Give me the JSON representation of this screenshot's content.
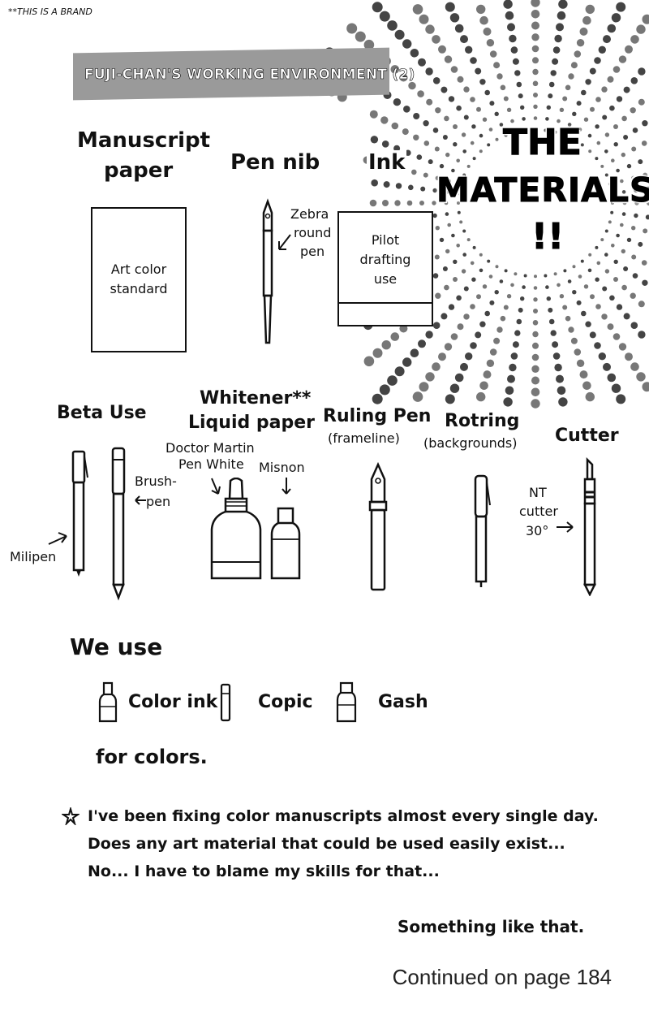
{
  "footnote": "**THIS IS A BRAND",
  "banner": "FUJI-CHAN'S WORKING ENVIRONMENT (2)",
  "title": {
    "line1": "THE",
    "line2": "MATERIALS",
    "line3": "!!"
  },
  "materials": {
    "manuscript_paper": {
      "label_line1": "Manuscript",
      "label_line2": "paper",
      "inside_line1": "Art color",
      "inside_line2": "standard"
    },
    "pen_nib": {
      "label": "Pen nib",
      "note_line1": "Zebra",
      "note_line2": "round",
      "note_line3": "pen"
    },
    "ink": {
      "label": "Ink",
      "inside_line1": "Pilot",
      "inside_line2": "drafting",
      "inside_line3": "use"
    },
    "beta_use": {
      "label": "Beta Use",
      "milipen": "Milipen",
      "brush_line1": "Brush-",
      "brush_line2": "pen"
    },
    "whitener": {
      "label_line1": "Whitener**",
      "label_line2": "Liquid paper",
      "doctor_line1": "Doctor Martin",
      "doctor_line2": "Pen White",
      "misnon": "Misnon"
    },
    "ruling_pen": {
      "label_line1": "Ruling Pen",
      "label_line2": "(frameline)"
    },
    "rotring": {
      "label_line1": "Rotring",
      "label_line2": "(backgrounds)"
    },
    "cutter": {
      "label": "Cutter",
      "note_line1": "NT",
      "note_line2": "cutter",
      "note_line3": "30°"
    }
  },
  "we_use": {
    "heading": "We use",
    "items": [
      "Color ink",
      "Copic",
      "Gash"
    ],
    "footer": "for colors."
  },
  "comment": {
    "line1": "I've been fixing color manuscripts almost every single day.",
    "line2": "Does any art material that could be used easily exist...",
    "line3": "No... I have to blame my skills for that...",
    "signoff": "Something like that."
  },
  "continued": "Continued on page 184"
}
